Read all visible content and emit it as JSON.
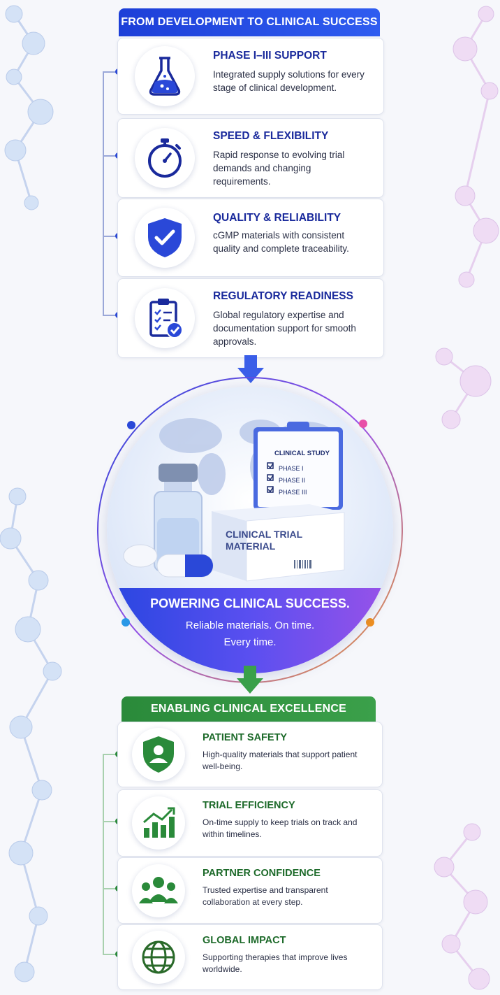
{
  "top_banner": "FROM DEVELOPMENT TO CLINICAL SUCCESS",
  "top_cards": [
    {
      "title": "PHASE I–III SUPPORT",
      "desc": "Integrated supply solutions for every stage of clinical development.",
      "icon": "flask-icon"
    },
    {
      "title": "SPEED & FLEXIBILITY",
      "desc": "Rapid response to evolving trial demands and changing requirements.",
      "icon": "stopwatch-icon"
    },
    {
      "title": "QUALITY & RELIABILITY",
      "desc": "cGMP materials with consistent quality and complete traceability.",
      "icon": "shield-check-icon"
    },
    {
      "title": "REGULATORY READINESS",
      "desc": "Global regulatory expertise and documentation support for smooth approvals.",
      "icon": "clipboard-checklist-icon"
    }
  ],
  "hub": {
    "clipboard_title": "CLINICAL STUDY",
    "phases": [
      "PHASE I",
      "PHASE II",
      "PHASE III"
    ],
    "box_label_1": "CLINICAL TRIAL",
    "box_label_2": "MATERIAL",
    "title": "POWERING CLINICAL SUCCESS.",
    "sub_1": "Reliable materials. On time.",
    "sub_2": "Every time."
  },
  "bottom_banner": "ENABLING CLINICAL EXCELLENCE",
  "bottom_cards": [
    {
      "title": "PATIENT SAFETY",
      "desc": "High-quality materials that support patient well-being.",
      "icon": "shield-person-icon"
    },
    {
      "title": "TRIAL EFFICIENCY",
      "desc": "On-time supply to keep trials on track and within timelines.",
      "icon": "growth-chart-icon"
    },
    {
      "title": "PARTNER CONFIDENCE",
      "desc": "Trusted expertise and transparent collaboration at every step.",
      "icon": "group-icon"
    },
    {
      "title": "GLOBAL IMPACT",
      "desc": "Supporting therapies that improve lives worldwide.",
      "icon": "globe-icon"
    }
  ],
  "colors": {
    "blue": "#1d3fd8",
    "green": "#2a8a3a",
    "purple": "#9a52e8"
  }
}
